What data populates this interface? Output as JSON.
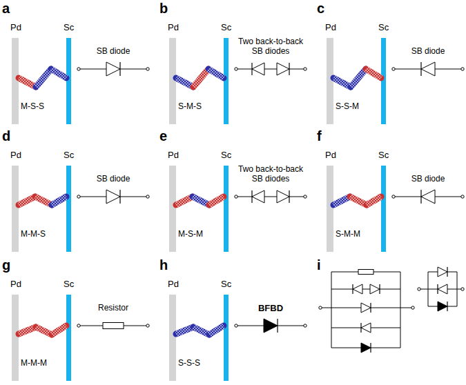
{
  "diagram": {
    "labels": [
      "a",
      "Pd",
      "Sc",
      "SB diode",
      "M-S-S",
      "b",
      "Pd",
      "Sc",
      "Two back-to-back SB diodes",
      "S-M-S",
      "c",
      "Pd",
      "Sc",
      "SB diode",
      "S-S-M",
      "d",
      "Pd",
      "Sc",
      "SB diode",
      "M-M-S",
      "e",
      "Pd",
      "Sc",
      "Two back-to-back SB diodes",
      "M-S-M",
      "f",
      "Pd",
      "Sc",
      "SB diode",
      "S-M-M",
      "g",
      "Pd",
      "Sc",
      "Resistor",
      "M-M-M",
      "h",
      "Pd",
      "Sc",
      "BFBD",
      "S-S-S",
      "i"
    ]
  }
}
